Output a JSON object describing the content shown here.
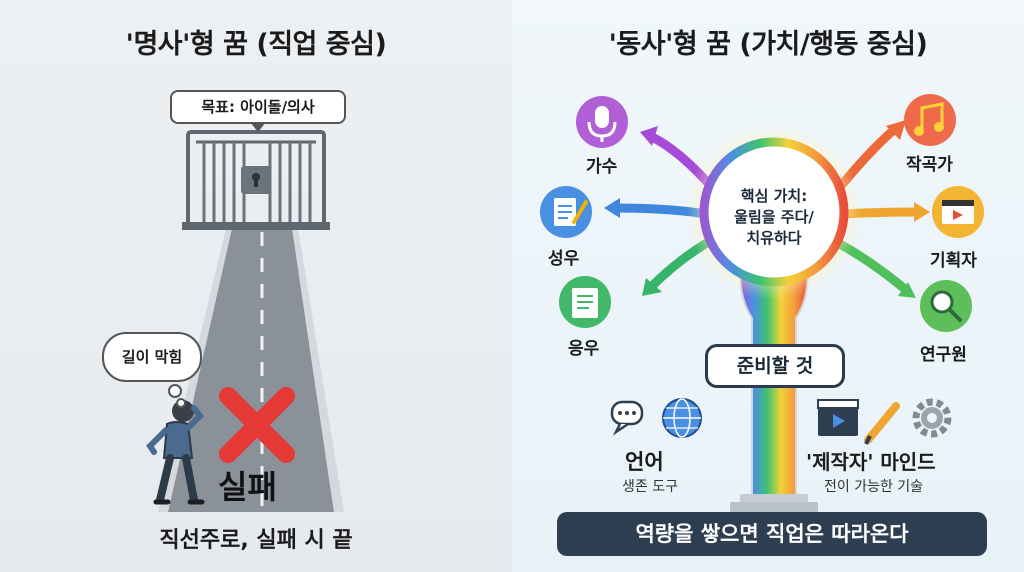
{
  "left": {
    "title": "'명사'형 꿈 (직업 중심)",
    "goal_label": "목표: 아이돌/의사",
    "blocked_label": "길이 막힘",
    "fail_label": "실패",
    "caption": "직선주로, 실패 시 끝"
  },
  "right": {
    "title": "'동사'형 꿈 (가치/행동 중심)",
    "core_lines": [
      "핵심 가치:",
      "울림을 주다/",
      "치유하다"
    ],
    "careers": {
      "singer": "가수",
      "voice_actor": "성우",
      "applied": "응우",
      "composer": "작곡가",
      "planner": "기획자",
      "researcher": "연구원"
    },
    "prepare_label": "준비할 것",
    "language_title": "언어",
    "language_sub": "생존 도구",
    "mindset_title": "'제작자' 마인드",
    "mindset_sub": "전이 가능한 기술",
    "banner": "역량을 쌓으면 직업은 따라온다"
  },
  "colors": {
    "banner_bg": "#2c3e50",
    "fail_x": "#e53935"
  }
}
